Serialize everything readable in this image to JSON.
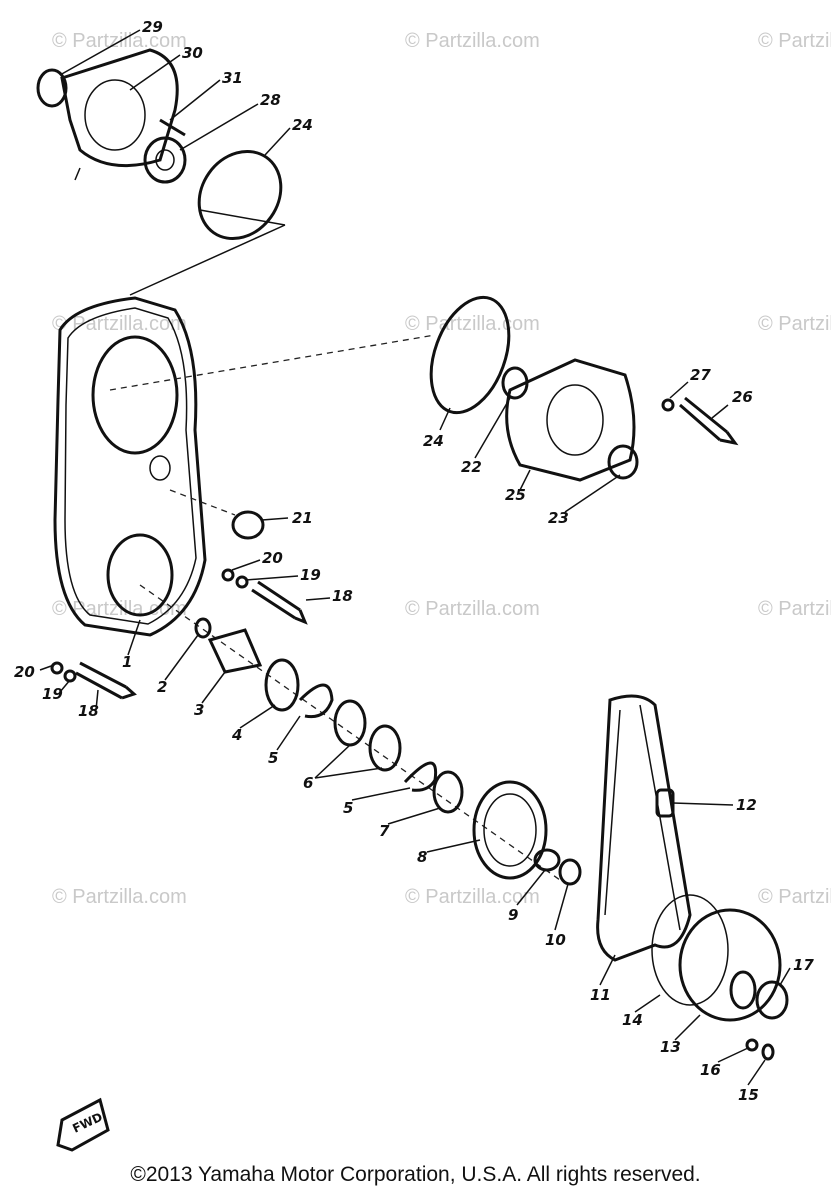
{
  "watermark": "© Partzilla.com",
  "copyright": "©2013  Yamaha Motor Corporation, U.S.A. All rights reserved.",
  "fwd_label": "FWD",
  "callouts": [
    "29",
    "30",
    "31",
    "28",
    "24",
    "24",
    "22",
    "27",
    "26",
    "25",
    "23",
    "21",
    "20",
    "19",
    "18",
    "20",
    "19",
    "18",
    "1",
    "2",
    "3",
    "4",
    "5",
    "6",
    "5",
    "7",
    "8",
    "9",
    "10",
    "11",
    "12",
    "13",
    "14",
    "15",
    "16",
    "17"
  ]
}
